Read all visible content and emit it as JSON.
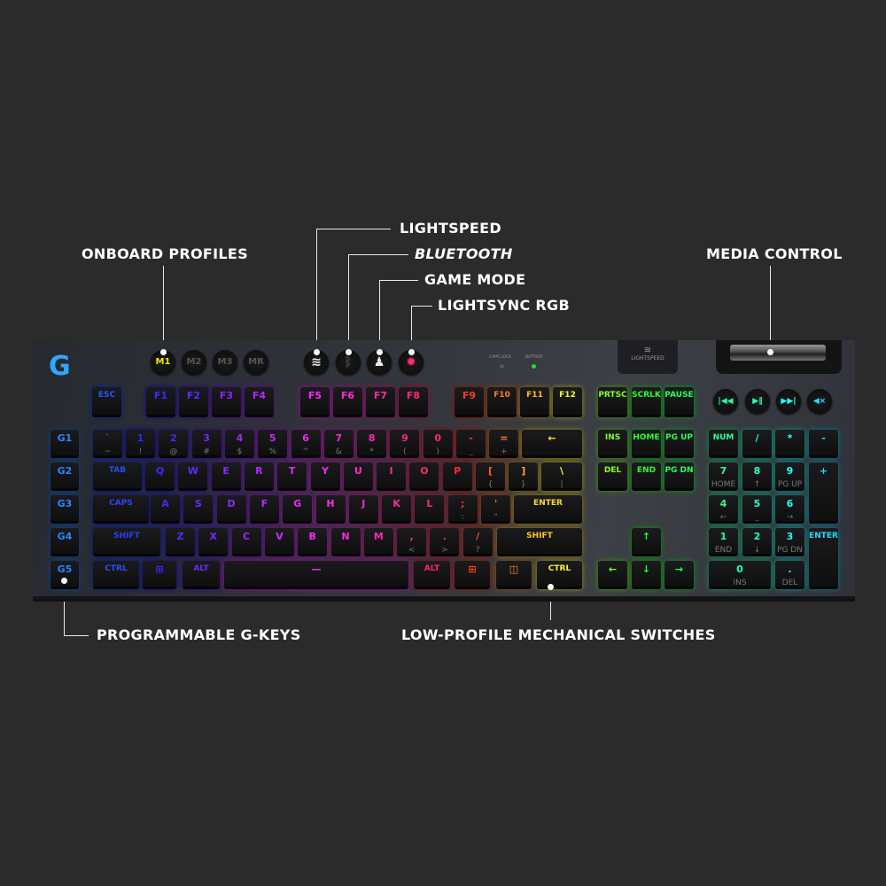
{
  "callouts": {
    "lightspeed": "LIGHTSPEED",
    "bluetooth": "BLUETOOTH",
    "game_mode": "GAME MODE",
    "lightsync": "LIGHTSYNC RGB",
    "onboard_profiles": "ONBOARD PROFILES",
    "media_control": "MEDIA CONTROL",
    "g_keys": "PROGRAMMABLE G-KEYS",
    "switches": "LOW-PROFILE MECHANICAL SWITCHES"
  },
  "keyboard": {
    "logo": "G",
    "profiles": [
      "M1",
      "M2",
      "M3",
      "MR"
    ],
    "active_profile_color": "#f2e600",
    "mode_icons": [
      "lightspeed-wireless-icon",
      "bluetooth-icon",
      "game-mode-joystick-icon",
      "lightsync-brightness-icon"
    ],
    "mode_glyphs": [
      "≋",
      "ᛒ",
      "♟",
      "✹"
    ],
    "indicators": {
      "caps_lock": "CAPS LOCK",
      "battery": "BATTERY",
      "battery_color": "#22e02a"
    },
    "badge": {
      "icon": "lightspeed-icon",
      "glyph": "≋",
      "text": "LIGHTSPEED"
    },
    "media": [
      {
        "icon": "previous-track-icon",
        "glyph": "|◀◀"
      },
      {
        "icon": "play-pause-icon",
        "glyph": "▶‖"
      },
      {
        "icon": "next-track-icon",
        "glyph": "▶▶|"
      },
      {
        "icon": "mute-icon",
        "glyph": "◀×"
      }
    ],
    "keys": [
      {
        "m": "ESC"
      },
      {
        "m": "F1"
      },
      {
        "m": "F2"
      },
      {
        "m": "F3"
      },
      {
        "m": "F4"
      },
      {
        "m": "F5"
      },
      {
        "m": "F6"
      },
      {
        "m": "F7"
      },
      {
        "m": "F8"
      },
      {
        "m": "F9"
      },
      {
        "m": "F10"
      },
      {
        "m": "F11"
      },
      {
        "m": "F12"
      },
      {
        "m": "PRTSC"
      },
      {
        "m": "SCRLK"
      },
      {
        "m": "PAUSE"
      },
      {
        "m": "G1"
      },
      {
        "m": "G2"
      },
      {
        "m": "G3"
      },
      {
        "m": "G4"
      },
      {
        "m": "G5"
      },
      {
        "m": "`",
        "s": "~"
      },
      {
        "m": "1",
        "s": "!"
      },
      {
        "m": "2",
        "s": "@"
      },
      {
        "m": "3",
        "s": "#"
      },
      {
        "m": "4",
        "s": "$"
      },
      {
        "m": "5",
        "s": "%"
      },
      {
        "m": "6",
        "s": "^"
      },
      {
        "m": "7",
        "s": "&"
      },
      {
        "m": "8",
        "s": "*"
      },
      {
        "m": "9",
        "s": "("
      },
      {
        "m": "0",
        "s": ")"
      },
      {
        "m": "-",
        "s": "_"
      },
      {
        "m": "=",
        "s": "+"
      },
      {
        "m": "←"
      },
      {
        "m": "TAB"
      },
      {
        "m": "Q"
      },
      {
        "m": "W"
      },
      {
        "m": "E"
      },
      {
        "m": "R"
      },
      {
        "m": "T"
      },
      {
        "m": "Y"
      },
      {
        "m": "U"
      },
      {
        "m": "I"
      },
      {
        "m": "O"
      },
      {
        "m": "P"
      },
      {
        "m": "[",
        "s": "{"
      },
      {
        "m": "]",
        "s": "}"
      },
      {
        "m": "\\",
        "s": "|"
      },
      {
        "m": "CAPS"
      },
      {
        "m": "A"
      },
      {
        "m": "S"
      },
      {
        "m": "D"
      },
      {
        "m": "F"
      },
      {
        "m": "G"
      },
      {
        "m": "H"
      },
      {
        "m": "J"
      },
      {
        "m": "K"
      },
      {
        "m": "L"
      },
      {
        "m": ";",
        "s": ":"
      },
      {
        "m": "'",
        "s": "\""
      },
      {
        "m": "ENTER"
      },
      {
        "m": "SHIFT"
      },
      {
        "m": "Z"
      },
      {
        "m": "X"
      },
      {
        "m": "C"
      },
      {
        "m": "V"
      },
      {
        "m": "B"
      },
      {
        "m": "N"
      },
      {
        "m": "M"
      },
      {
        "m": ",",
        "s": "<"
      },
      {
        "m": ".",
        "s": ">"
      },
      {
        "m": "/",
        "s": "?"
      },
      {
        "m": "SHIFT"
      },
      {
        "m": "CTRL"
      },
      {
        "m": "⊞"
      },
      {
        "m": "ALT"
      },
      {
        "m": "—"
      },
      {
        "m": "ALT"
      },
      {
        "m": "⊞"
      },
      {
        "m": "◫"
      },
      {
        "m": "CTRL"
      },
      {
        "m": "INS"
      },
      {
        "m": "HOME"
      },
      {
        "m": "PG UP"
      },
      {
        "m": "DEL"
      },
      {
        "m": "END"
      },
      {
        "m": "PG DN"
      },
      {
        "m": "↑"
      },
      {
        "m": "←"
      },
      {
        "m": "↓"
      },
      {
        "m": "→"
      },
      {
        "m": "NUM"
      },
      {
        "m": "/"
      },
      {
        "m": "*"
      },
      {
        "m": "-"
      },
      {
        "m": "7",
        "s": "HOME"
      },
      {
        "m": "8",
        "s": "↑"
      },
      {
        "m": "9",
        "s": "PG UP"
      },
      {
        "m": "+"
      },
      {
        "m": "4",
        "s": "←"
      },
      {
        "m": "5",
        "s": "_"
      },
      {
        "m": "6",
        "s": "→"
      },
      {
        "m": "1",
        "s": "END"
      },
      {
        "m": "2",
        "s": "↓"
      },
      {
        "m": "3",
        "s": "PG DN"
      },
      {
        "m": "ENTER"
      },
      {
        "m": "0",
        "s": "INS"
      },
      {
        "m": ".",
        "s": "DEL"
      }
    ]
  }
}
